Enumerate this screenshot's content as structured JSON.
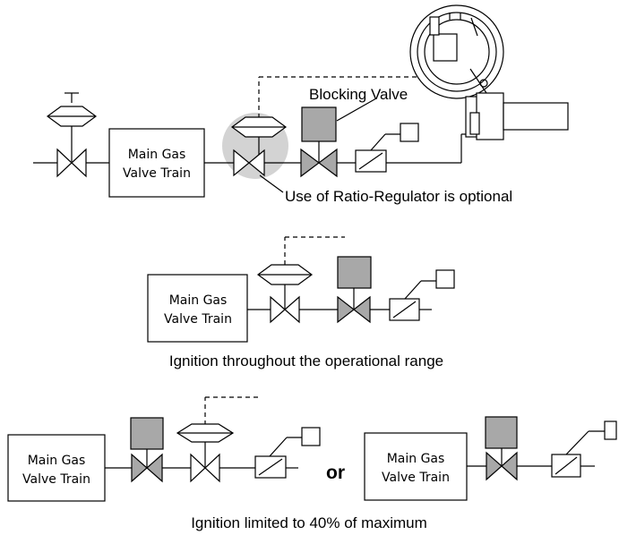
{
  "labels": {
    "blocking_valve": "Blocking Valve",
    "ratio_regulator_note": "Use of Ratio-Regulator is optional",
    "caption_middle": "Ignition throughout the operational range",
    "caption_bottom": "Ignition limited to 40% of maximum",
    "or": "or"
  },
  "valve_train_box": {
    "line1": "Main Gas",
    "line2": "Valve Train"
  },
  "colors": {
    "actuator_fill": "#a8a8a8",
    "optional_highlight": "#d3d3d3",
    "stroke": "#000000"
  }
}
